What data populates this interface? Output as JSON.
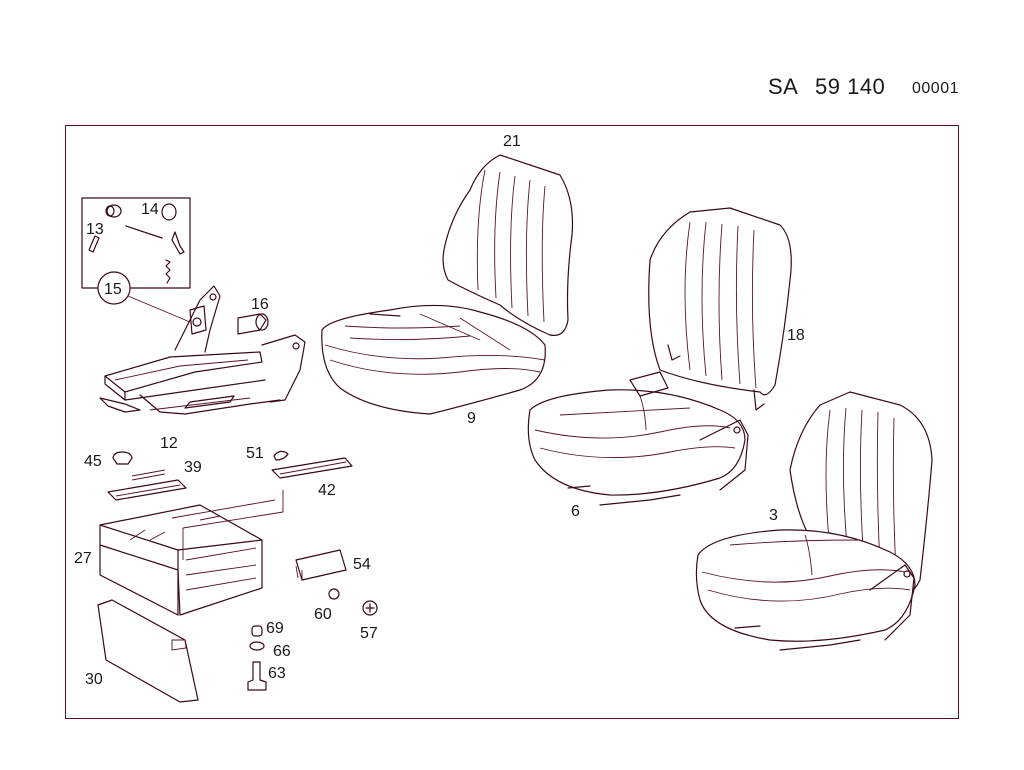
{
  "header": {
    "prefix": "SA",
    "number": "59 140",
    "sheet": "00001"
  },
  "colors": {
    "line": "#3a0a14",
    "frame": "#5a1020"
  },
  "callouts": [
    "21",
    "14",
    "13",
    "16",
    "15",
    "18",
    "12",
    "9",
    "45",
    "51",
    "39",
    "42",
    "6",
    "3",
    "27",
    "54",
    "60",
    "57",
    "69",
    "66",
    "63",
    "30"
  ]
}
